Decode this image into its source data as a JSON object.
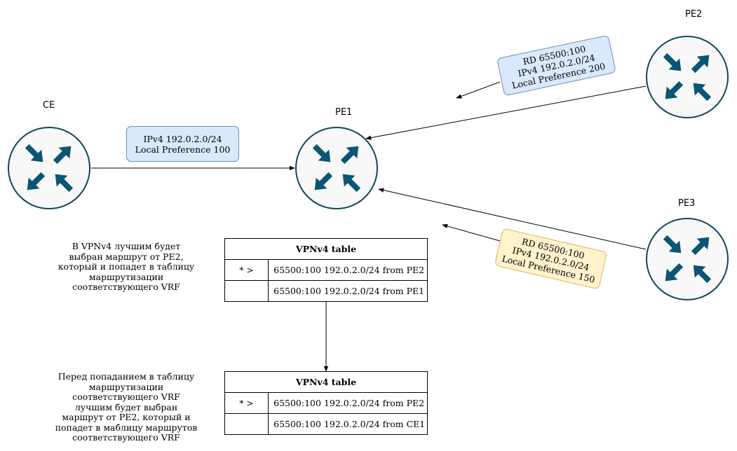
{
  "routers": {
    "ce": "CE",
    "pe1": "PE1",
    "pe2": "PE2",
    "pe3": "PE3"
  },
  "badges": {
    "ce_route": [
      "IPv4 192.0.2.0/24",
      "Local Preference 100"
    ],
    "pe2_route": [
      "RD 65500:100",
      "IPv4 192.0.2.0/24",
      "Local Preference 200"
    ],
    "pe3_route": [
      "RD 65500:100",
      "IPv4 192.0.2.0/24",
      "Local Preference 150"
    ]
  },
  "notes": {
    "top": [
      "В VPNv4 лучшим будет",
      "выбран маршрут от PE2,",
      "который и попадет в таблицу",
      "маршрутизации",
      "соответствующего VRF"
    ],
    "bottom": [
      "Перед попаданием в таблицу",
      "маршрутизации",
      "соответствующего VRF",
      "лучшим будет выбран",
      "маршрут от PE2, который и",
      "попадет в маблицу маршрутов",
      "соответствующего VRF"
    ]
  },
  "tables": [
    {
      "title": "VPNv4 table",
      "rows": [
        {
          "marker": "* >",
          "route": "65500:100 192.0.2.0/24 from  PE2"
        },
        {
          "marker": "",
          "route": "65500:100 192.0.2.0/24 from  PE1"
        }
      ]
    },
    {
      "title": "VPNv4 table",
      "rows": [
        {
          "marker": "* >",
          "route": "65500:100 192.0.2.0/24 from  PE2"
        },
        {
          "marker": "",
          "route": "65500:100 192.0.2.0/24 from  CE1"
        }
      ]
    }
  ],
  "colors": {
    "router_fill": "#f8f8f8",
    "router_stroke": "#10475c",
    "router_arrow": "#0b5575",
    "blue_badge": "#dae8fc",
    "yellow_badge": "#fff2cc"
  },
  "icons": {
    "router": "router-icon"
  }
}
